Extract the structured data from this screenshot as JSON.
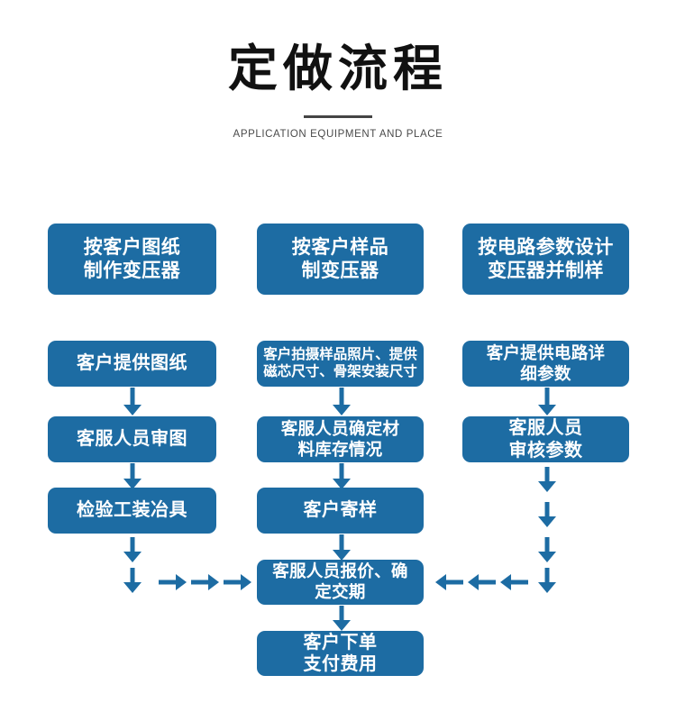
{
  "header": {
    "title": "定做流程",
    "subtitle": "APPLICATION EQUIPMENT AND PLACE",
    "divider": "divider-rule"
  },
  "colors": {
    "node_blue": "#1d6ca3",
    "arrow_blue": "#1d6ca3",
    "background": "#ffffff",
    "title_text": "#111111",
    "subtitle_text": "#4a4a4a",
    "node_text": "#ffffff"
  },
  "columns": [
    {
      "id": "column-drawing",
      "header": "按客户图纸\n制作变压器",
      "steps": [
        "客户提供图纸",
        "客服人员审图",
        "检验工装冶具"
      ]
    },
    {
      "id": "column-sample",
      "header": "按客户样品\n制变压器",
      "steps": [
        "客户拍摄样品照片、提供\n磁芯尺寸、骨架安装尺寸",
        "客服人员确定材\n料库存情况",
        "客户寄样",
        "客服人员报价、确\n定交期",
        "客户下单\n支付费用"
      ]
    },
    {
      "id": "column-circuit",
      "header": "按电路参数设计\n变压器并制样",
      "steps": [
        "客户提供电路详\n细参数",
        "客服人员\n审核参数"
      ]
    }
  ],
  "connectors": {
    "down_arrow": "arrow-down-icon",
    "right_arrow": "arrow-right-icon",
    "left_arrow": "arrow-left-icon"
  }
}
